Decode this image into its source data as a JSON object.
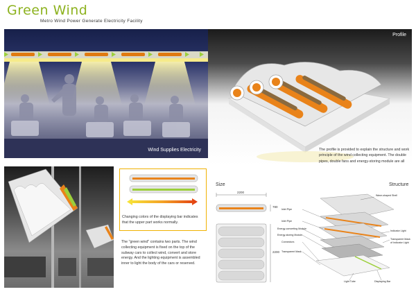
{
  "header": {
    "title": "Green Wind",
    "subtitle": "Metro Wind Power Generate Electricity Facility"
  },
  "train_panel": {
    "caption": "Wind Supplies Electricity"
  },
  "profile_panel": {
    "label": "Profile",
    "description": "The profile is provided to explain the structure and work principle of the wind collecting equipment. The double pipes, double fans and energy-storing module are all key components."
  },
  "colorbar_panel": {
    "caption": "Changing colors of the displaying bar indicates that the upper part works normally."
  },
  "green_wind_text": "The \"green wind\" contains two parts. The wind collecting equipment is fixed on the top of the subway cars to collect wind, convert and store energy. And the lighting equipment is assembled inner to light the body of the cars or reserved.",
  "size_panel": {
    "label": "Size",
    "dims": {
      "top_width": "2200",
      "top_height": "780",
      "bottom_height": "2200"
    }
  },
  "structure_panel": {
    "label": "Structure",
    "left_labels": [
      "Inlet Pipe",
      "Inlet Pipe",
      "Energy-converting Module",
      "Energy-storing Module",
      "Connectors",
      "Transparent Mask"
    ],
    "right_labels": [
      "Wave-shaped Shell",
      "Indicator Light",
      "Transparent Mask of Indicator Light",
      "Light Tube",
      "Displaying Bar"
    ]
  },
  "colors": {
    "title_green": "#8db21f",
    "accent_orange": "#f08a00",
    "indicator_green": "#9ccf3a",
    "border_gold": "#f0b100"
  }
}
